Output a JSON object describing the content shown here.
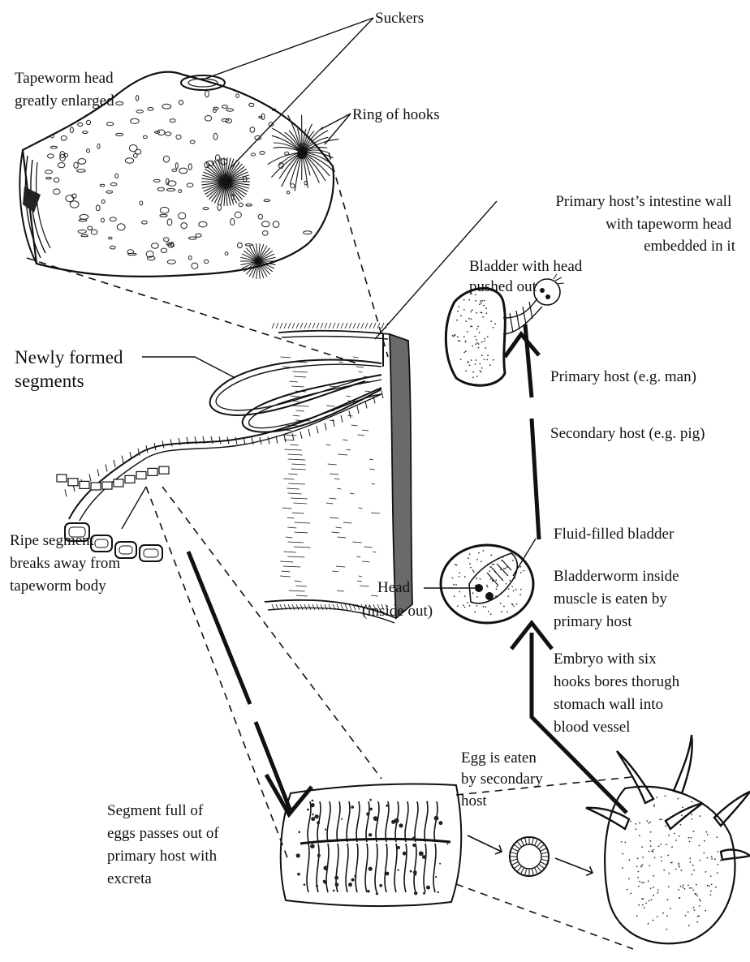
{
  "colors": {
    "ink": "#111111",
    "paper": "#ffffff",
    "shade": "#6a6a6a"
  },
  "labels": {
    "suckers": "Suckers",
    "head_title": [
      "Tapeworm head",
      "greatly enlarged"
    ],
    "ring_of_hooks": "Ring of hooks",
    "intestine_wall": [
      "Primary host’s intestine wall",
      "with tapeworm head",
      "embedded in it"
    ],
    "bladder_head_out": [
      "Bladder with head",
      "pushed out"
    ],
    "newly_formed": [
      "Newly formed",
      "segments"
    ],
    "primary_host": "Primary host (e.g. man)",
    "secondary_host": "Secondary host (e.g. pig)",
    "fluid_bladder": "Fluid-filled bladder",
    "bladderworm": [
      "Bladderworm inside",
      "muscle is eaten by",
      "primary  host"
    ],
    "ripe_segment": [
      "Ripe segment",
      "breaks away from",
      "tapeworm body"
    ],
    "head_inside_out": [
      "Head",
      "(inside out)"
    ],
    "embryo": [
      "Embryo with six",
      "hooks bores thorugh",
      "stomach wall into",
      "blood vessel"
    ],
    "egg_eaten": [
      "Egg is eaten",
      "by secondary",
      "host"
    ],
    "segment_eggs": [
      "Segment full of",
      "eggs passes out of",
      "primary host with",
      "excreta"
    ]
  },
  "icons": [
    "tapeworm-head-drawing",
    "intestine-wall-drawing",
    "tapeworm-body-drawing",
    "bladder-head-out-drawing",
    "bladderworm-drawing",
    "egg-segment-drawing",
    "egg-drawing",
    "embryo-drawing"
  ]
}
